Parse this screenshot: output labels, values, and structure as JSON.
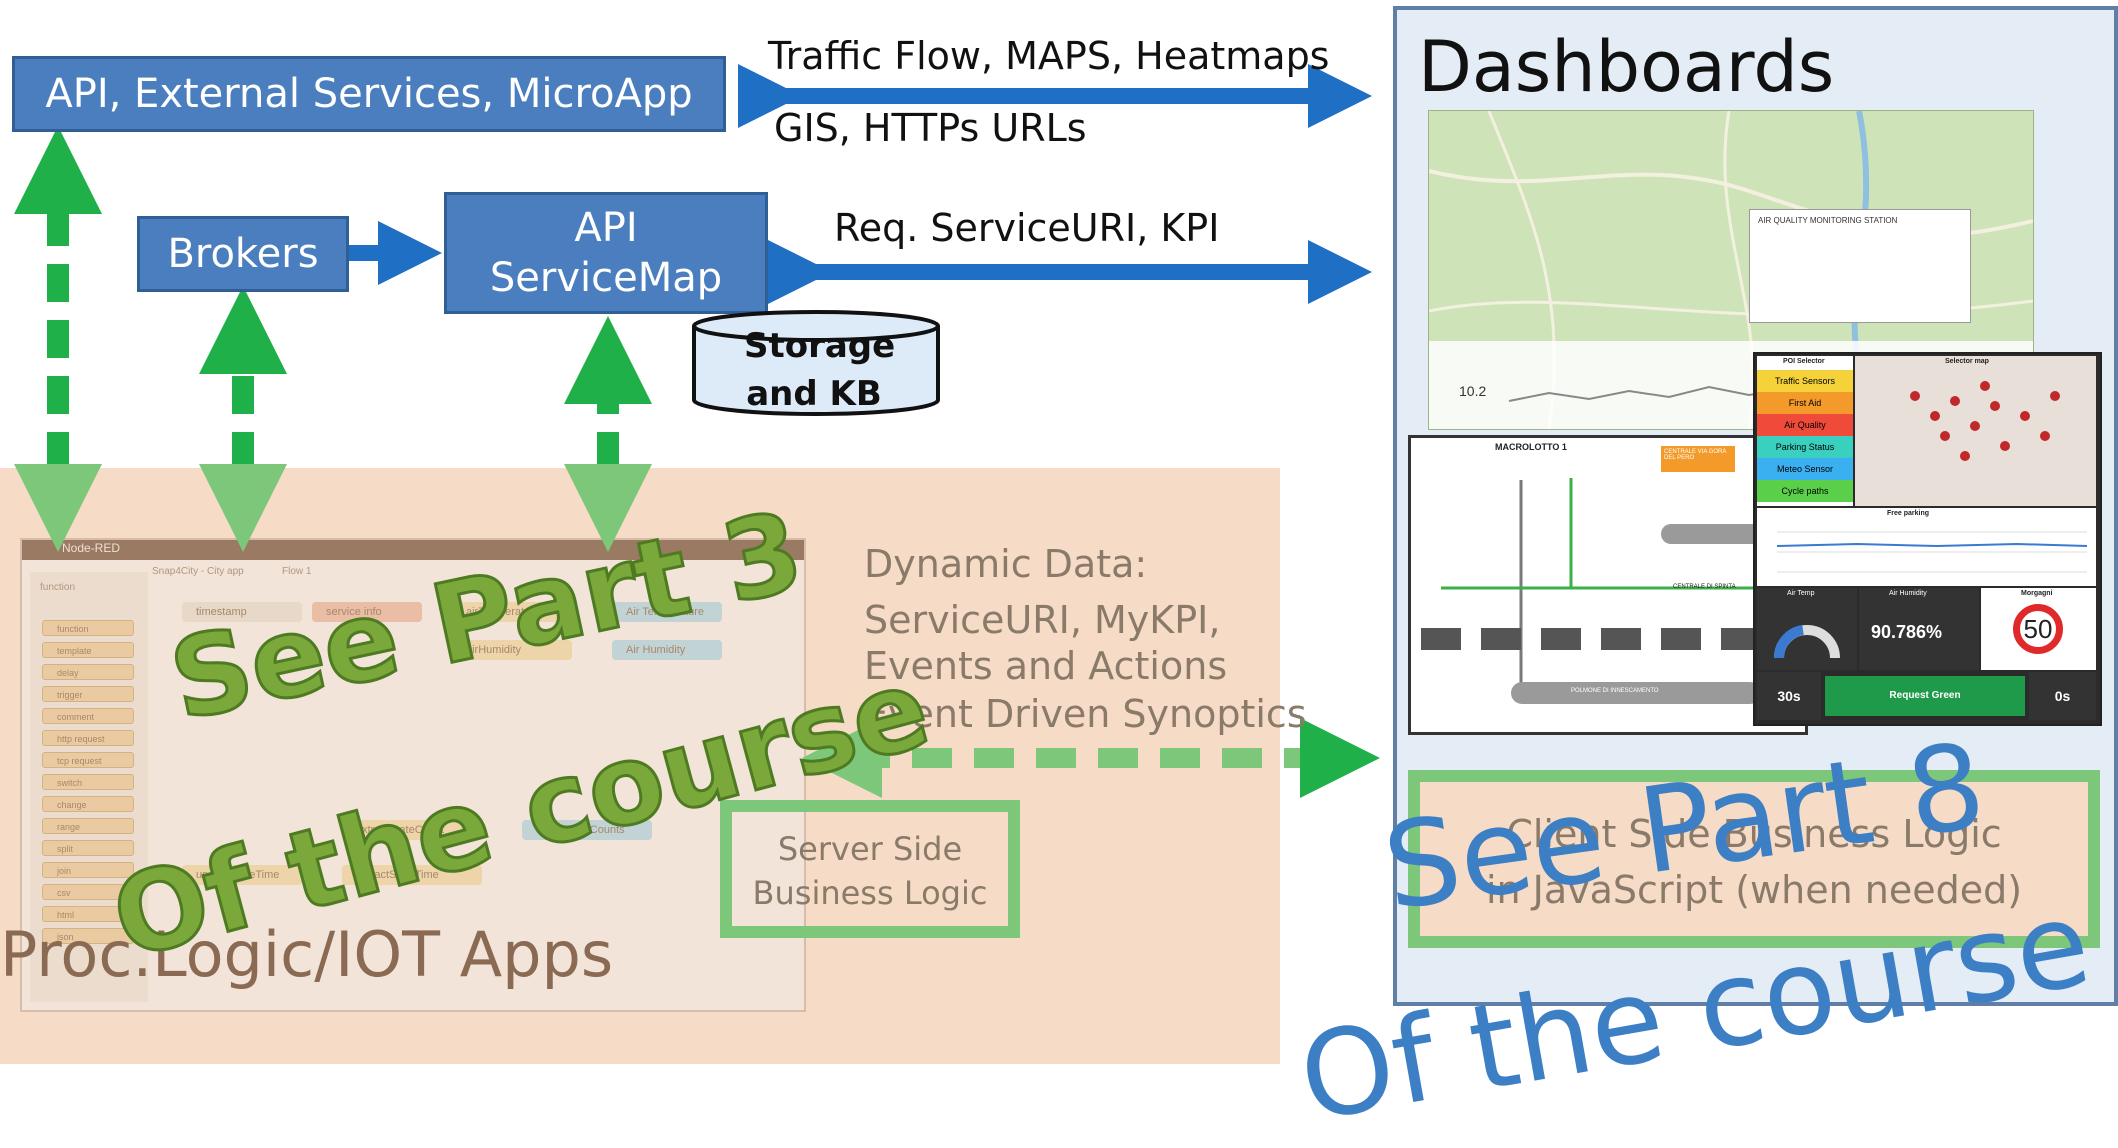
{
  "boxes": {
    "api_external": "API, External Services, MicroApp",
    "brokers": "Brokers",
    "api_servicemap_line1": "API",
    "api_servicemap_line2": "ServiceMap",
    "storage_line1": "Storage",
    "storage_line2": "and KB",
    "dashboards": "Dashboards"
  },
  "arrows": {
    "top_label_1": "Traffic Flow, MAPS, Heatmaps",
    "top_label_2": "GIS, HTTPs URLs",
    "middle_label": "Req. ServiceURI, KPI"
  },
  "dynamic": {
    "line1": "Dynamic Data:",
    "line2": "ServiceURI, MyKPI,",
    "line3": "Events and Actions",
    "line4": "Event Driven Synoptics"
  },
  "server_side": {
    "line1": "Server Side",
    "line2": "Business Logic"
  },
  "client_side": {
    "line1": "Client Side Business Logic",
    "line2": "in JavaScript (when needed)"
  },
  "proc_logic": "Proc.Logic/IOT Apps",
  "overlays": {
    "green_line1": "See Part 3",
    "green_line2": "Of the course",
    "blue_line1": "See Part 8",
    "blue_line2": "Of the course"
  },
  "nodered": {
    "title": "Node-RED",
    "tab1": "Snap4City - City app",
    "tab2": "Flow 1",
    "palette_header": "function",
    "palette_items": [
      "function",
      "template",
      "delay",
      "trigger",
      "comment",
      "http request",
      "tcp request",
      "switch",
      "change",
      "range",
      "split",
      "join",
      "csv",
      "html",
      "json"
    ],
    "flow_nodes": [
      "timestamp",
      "service info",
      "airTemperature",
      "airHumidity",
      "Air Temperature",
      "Air Humidity",
      "extractStateCount",
      "TrafficLightCounts",
      "updateStateTime",
      "extractStateTime"
    ]
  },
  "widgets": {
    "poi_title": "POI Selector",
    "map_title": "Selector map",
    "poi_items": [
      "Traffic Sensors",
      "First Aid",
      "Air Quality",
      "Parking Status",
      "Meteo Sensor",
      "Cycle paths"
    ],
    "parking_title": "Free parking",
    "air_temp": "Air Temp",
    "air_humidity": "Air Humidity",
    "humidity_value": "90.786%",
    "morgagni": "Morgagni",
    "speed_limit": "50",
    "timer_left": "30s",
    "request_button": "Request Green",
    "timer_right": "0s"
  },
  "synoptic": {
    "title": "MACROLOTTO 1",
    "centrale": "CENTRALE VIA GORA DEL PERO",
    "bottom_label": "POLMONE DI INNESCAMENTO",
    "centrale_label": "CENTRALE DI SPINTA"
  },
  "map": {
    "popup_title": "AIR QUALITY MONITORING STATION",
    "value": "10.2"
  },
  "colors": {
    "box_blue": "#4a7ebf",
    "arrow_blue": "#1f6fc4",
    "arrow_green": "#1fb04a",
    "dashed_green_light": "#7dc77a",
    "overlay_green": "#7aa83a",
    "overlay_blue": "#3d7fc4"
  }
}
